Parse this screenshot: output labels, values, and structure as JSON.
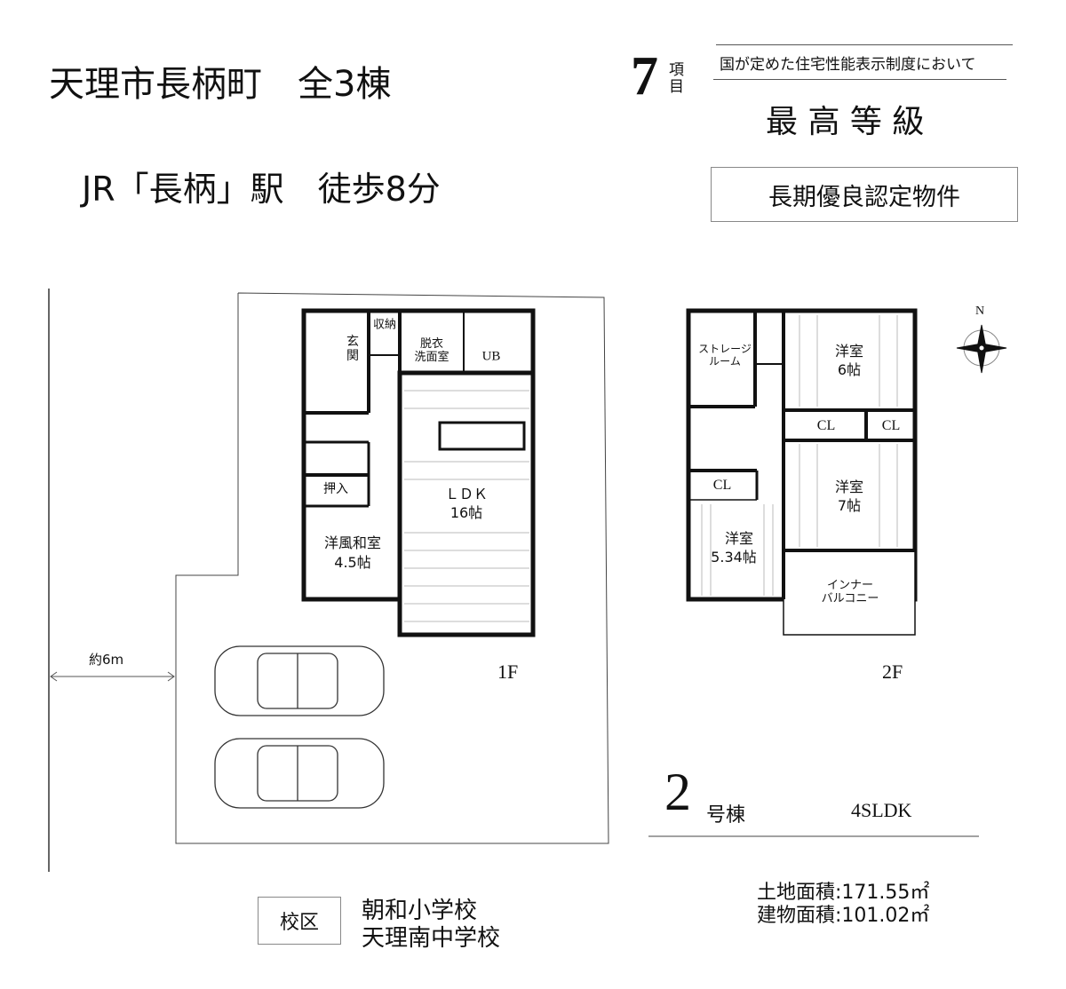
{
  "header": {
    "title": "天理市長柄町　全3棟",
    "access": "JR「長柄」駅　徒歩8分",
    "items_count": "7",
    "items_unit": "項目",
    "performance_note": "国が定めた住宅性能表示制度において",
    "grade": "最 高 等 級",
    "certification": "長期優良認定物件"
  },
  "site": {
    "road_width": "約6m"
  },
  "floor1": {
    "label": "1F",
    "rooms": {
      "entrance": "玄関",
      "storage": "収納",
      "washroom": "脱衣\n洗面室",
      "bath": "UB",
      "ldk": "ＬＤＫ",
      "ldk_size": "16帖",
      "closet": "押入",
      "japanese_room": "洋風和室",
      "japanese_size": "4.5帖"
    }
  },
  "floor2": {
    "label": "2F",
    "compass": "N",
    "rooms": {
      "storage_room": "ストレージ\nルーム",
      "room_a": "洋室",
      "room_a_size": "6帖",
      "cl1": "CL",
      "cl2": "CL",
      "cl3": "CL",
      "room_b": "洋室",
      "room_b_size": "7帖",
      "room_c": "洋室",
      "room_c_size": "5.34帖",
      "balcony": "インナー\nバルコニー"
    }
  },
  "unit": {
    "number": "2",
    "suffix": "号棟",
    "layout": "4SLDK",
    "land_area": "土地面積:171.55㎡",
    "building_area": "建物面積:101.02㎡"
  },
  "school": {
    "label": "校区",
    "elementary": "朝和小学校",
    "junior_high": "天理南中学校"
  }
}
